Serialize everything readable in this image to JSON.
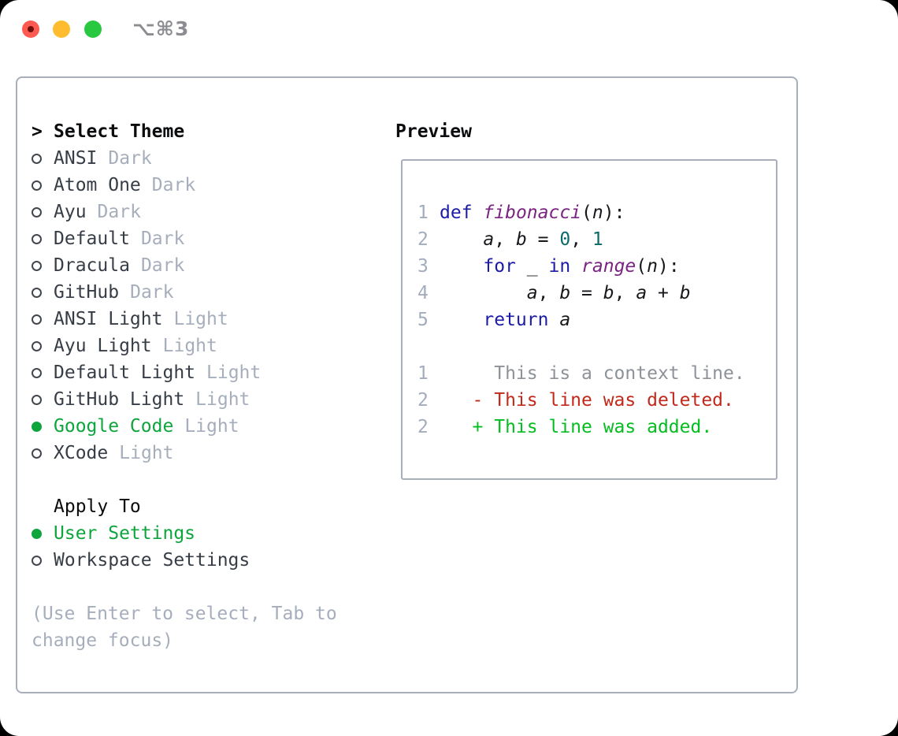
{
  "window": {
    "title": "⌥⌘3",
    "controls": [
      {
        "name": "close",
        "icon": "close-traffic-light"
      },
      {
        "name": "minimize",
        "icon": "minimize-traffic-light"
      },
      {
        "name": "zoom",
        "icon": "zoom-traffic-light"
      }
    ]
  },
  "colors": {
    "border": "#a8afbb",
    "selected": "#0da53c",
    "item_text": "#373d46",
    "muted": "#a6aebc",
    "line_number": "#a3acbd",
    "code_text": "#16181c",
    "keyword": "#1b1ba7",
    "function": "#7b2383",
    "literal": "#0a6a6a",
    "context": "#8d9299",
    "deleted": "#c1291b",
    "added": "#05bd20"
  },
  "theme_picker": {
    "cursor": ">",
    "title": "Select Theme",
    "items": [
      {
        "name": "ANSI",
        "tag": "Dark",
        "selected": false
      },
      {
        "name": "Atom One",
        "tag": "Dark",
        "selected": false
      },
      {
        "name": "Ayu",
        "tag": "Dark",
        "selected": false
      },
      {
        "name": "Default",
        "tag": "Dark",
        "selected": false
      },
      {
        "name": "Dracula",
        "tag": "Dark",
        "selected": false
      },
      {
        "name": "GitHub",
        "tag": "Dark",
        "selected": false
      },
      {
        "name": "ANSI Light",
        "tag": "Light",
        "selected": false
      },
      {
        "name": "Ayu Light",
        "tag": "Light",
        "selected": false
      },
      {
        "name": "Default Light",
        "tag": "Light",
        "selected": false
      },
      {
        "name": "GitHub Light",
        "tag": "Light",
        "selected": false
      },
      {
        "name": "Google Code",
        "tag": "Light",
        "selected": true
      },
      {
        "name": "XCode",
        "tag": "Light",
        "selected": false
      }
    ]
  },
  "apply_to": {
    "title": "Apply To",
    "options": [
      {
        "label": "User Settings",
        "selected": true
      },
      {
        "label": "Workspace Settings",
        "selected": false
      }
    ]
  },
  "footer": "(Use Enter to select, Tab to change focus)",
  "preview": {
    "title": "Preview",
    "code_lines": [
      {
        "num": "1",
        "segments": [
          {
            "t": "def",
            "s": "keyword"
          },
          {
            "t": " "
          },
          {
            "t": "fibonacci",
            "s": "function"
          },
          {
            "t": "("
          },
          {
            "t": "n",
            "s": "variable"
          },
          {
            "t": "):"
          }
        ]
      },
      {
        "num": "2",
        "segments": [
          {
            "t": "    "
          },
          {
            "t": "a",
            "s": "variable"
          },
          {
            "t": ", "
          },
          {
            "t": "b",
            "s": "variable"
          },
          {
            "t": " = "
          },
          {
            "t": "0",
            "s": "literal"
          },
          {
            "t": ", "
          },
          {
            "t": "1",
            "s": "literal"
          }
        ]
      },
      {
        "num": "3",
        "segments": [
          {
            "t": "    "
          },
          {
            "t": "for",
            "s": "keyword"
          },
          {
            "t": " _ "
          },
          {
            "t": "in",
            "s": "keyword"
          },
          {
            "t": " "
          },
          {
            "t": "range",
            "s": "function"
          },
          {
            "t": "("
          },
          {
            "t": "n",
            "s": "variable"
          },
          {
            "t": "):"
          }
        ]
      },
      {
        "num": "4",
        "segments": [
          {
            "t": "        "
          },
          {
            "t": "a",
            "s": "variable"
          },
          {
            "t": ", "
          },
          {
            "t": "b",
            "s": "variable"
          },
          {
            "t": " = "
          },
          {
            "t": "b",
            "s": "variable"
          },
          {
            "t": ", "
          },
          {
            "t": "a",
            "s": "variable"
          },
          {
            "t": " + "
          },
          {
            "t": "b",
            "s": "variable"
          }
        ]
      },
      {
        "num": "5",
        "segments": [
          {
            "t": "    "
          },
          {
            "t": "return",
            "s": "keyword"
          },
          {
            "t": " "
          },
          {
            "t": "a",
            "s": "variable"
          }
        ]
      }
    ],
    "diff_lines": [
      {
        "num": "1",
        "segments": [
          {
            "t": "     This is a context line.",
            "s": "context"
          }
        ]
      },
      {
        "num": "2",
        "segments": [
          {
            "t": "   "
          },
          {
            "t": "- This line was deleted.",
            "s": "deleted"
          }
        ]
      },
      {
        "num": "2",
        "segments": [
          {
            "t": "   "
          },
          {
            "t": "+ This line was added.",
            "s": "added"
          }
        ]
      }
    ]
  }
}
